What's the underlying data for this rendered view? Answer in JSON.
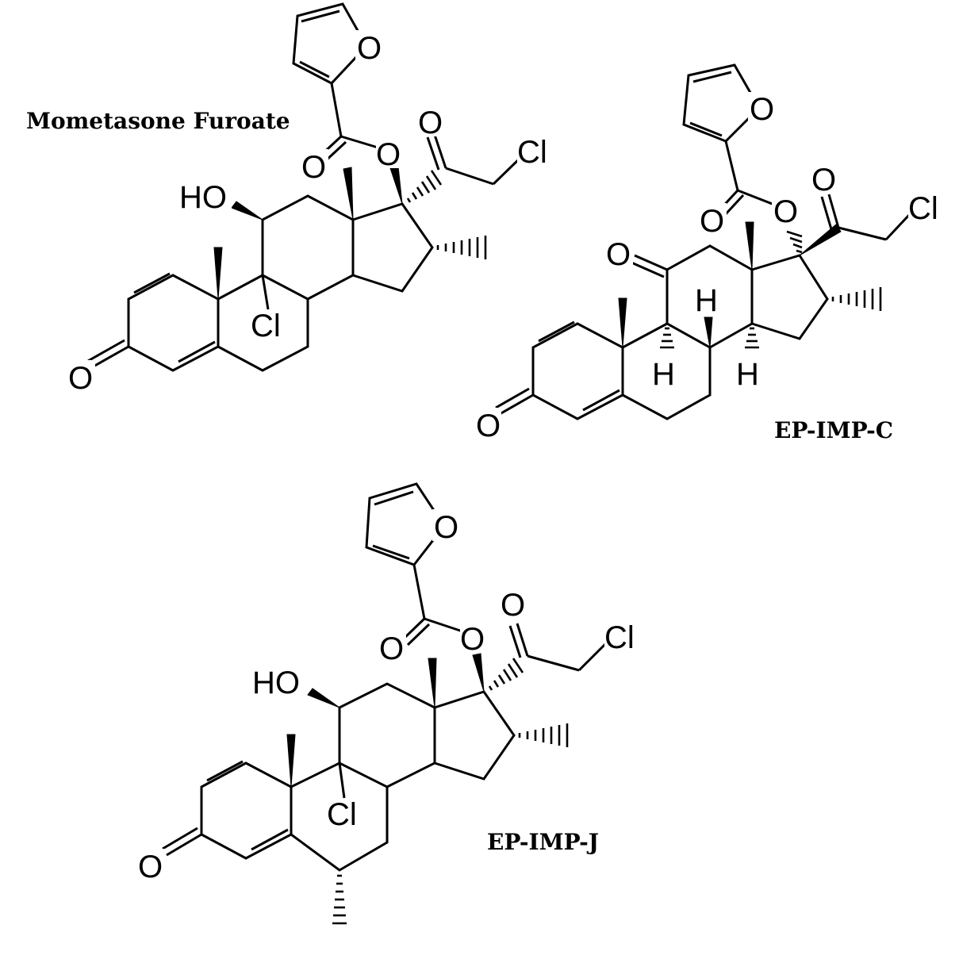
{
  "labels": {
    "compound_1": "Mometasone Furoate",
    "compound_2": "EP-IMP-C",
    "compound_3": "EP-IMP-J"
  },
  "atoms": {
    "oxygen": "O",
    "chlorine": "Cl",
    "hydroxyl": "HO",
    "hydrogen": "H"
  },
  "molecules": [
    {
      "name": "Mometasone Furoate",
      "substituent_11": "OH",
      "substituent_9": "Cl",
      "substituent_6": "none"
    },
    {
      "name": "EP-IMP-C",
      "substituent_11": "=O",
      "substituent_9": "H",
      "substituent_6": "none"
    },
    {
      "name": "EP-IMP-J",
      "substituent_11": "OH",
      "substituent_9": "Cl",
      "substituent_6": "CH3 (alpha)"
    }
  ]
}
